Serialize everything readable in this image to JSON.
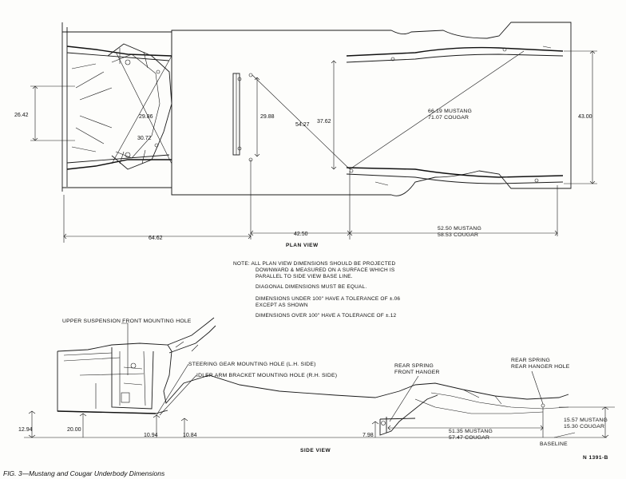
{
  "plan_view": {
    "title": "PLAN VIEW",
    "dims": {
      "d_26_42": "26.42",
      "d_29_86": "29.86",
      "d_30_72": "30.72",
      "d_29_88": "29.88",
      "d_54_27": "54.27",
      "d_37_62": "37.62",
      "diag_mustang": "66.19 MUSTANG",
      "diag_cougar": "71.07 COUGAR",
      "d_43_00": "43.00",
      "d_64_62": "64.62",
      "d_42_50": "42.50",
      "rear_mustang": "52.50 MUSTANG",
      "rear_cougar": "58.53 COUGAR"
    }
  },
  "notes": {
    "line1": "NOTE:  ALL PLAN VIEW DIMENSIONS SHOULD BE PROJECTED",
    "line2": "DOWNWARD & MEASURED ON A SURFACE WHICH IS",
    "line3": "PARALLEL TO SIDE VIEW BASE LINE.",
    "line4": "DIAGONAL DIMENSIONS MUST BE EQUAL.",
    "line5": "DIMENSIONS UNDER 100\" HAVE A TOLERANCE OF ±.06",
    "line6": "EXCEPT AS SHOWN",
    "line7": "DIMENSIONS OVER 100\" HAVE A TOLERANCE OF ±.12"
  },
  "side_view": {
    "title": "SIDE VIEW",
    "labels": {
      "upper_suspension": "UPPER SUSPENSION FRONT MOUNTING HOLE",
      "steering_gear": "STEERING GEAR MOUNTING HOLE (L.H. SIDE)",
      "idler_arm": "IDLER ARM BRACKET MOUNTING HOLE (R.H. SIDE)",
      "rear_front_hanger_1": "REAR SPRING",
      "rear_front_hanger_2": "FRONT HANGER",
      "rear_hanger_hole_1": "REAR SPRING",
      "rear_hanger_hole_2": "REAR HANGER HOLE",
      "baseline": "BASELINE"
    },
    "dims": {
      "d_12_94": "12.94",
      "d_20_00": "20.00",
      "d_10_94": "10.94",
      "d_10_84": "10.84",
      "d_7_98": "7.98",
      "mid_mustang": "51.35 MUSTANG",
      "mid_cougar": "57.47 COUGAR",
      "right_mustang": "15.57 MUSTANG",
      "right_cougar": "15.30 COUGAR"
    }
  },
  "figure": {
    "code": "N 1391-B",
    "caption": "FIG. 3—Mustang and Cougar Underbody Dimensions"
  }
}
